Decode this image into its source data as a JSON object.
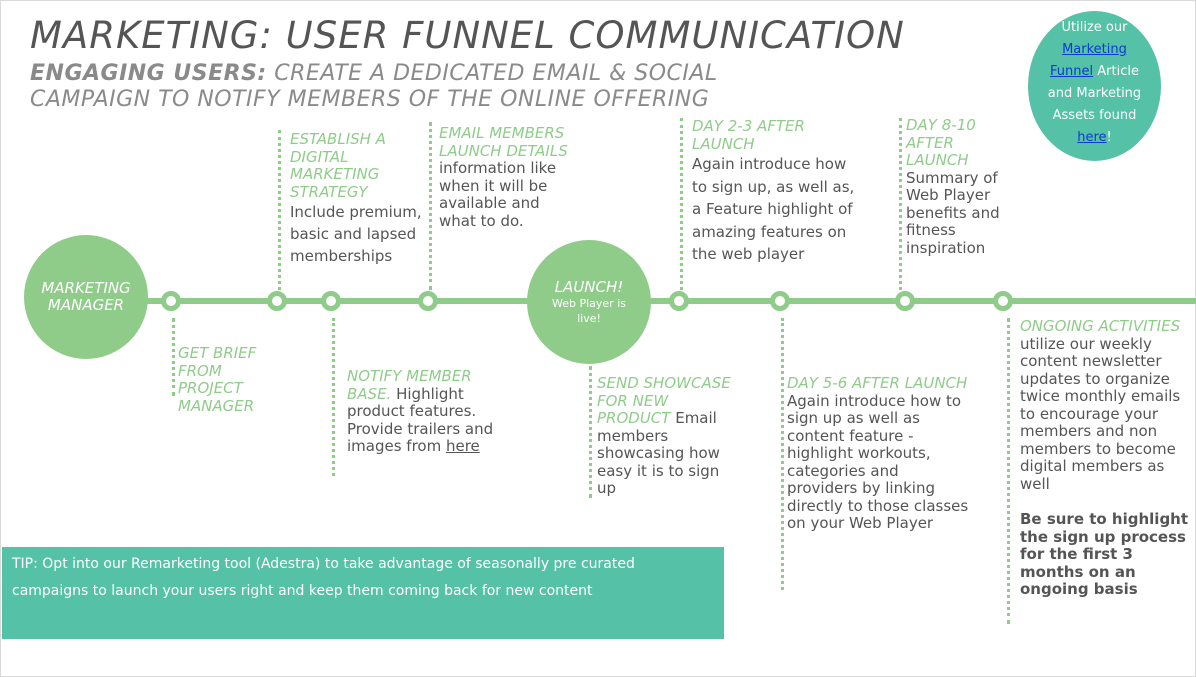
{
  "title": "MARKETING: USER FUNNEL COMMUNICATION",
  "subtitle": {
    "lead": "ENGAGING USERS:",
    "rest": " CREATE A DEDICATED EMAIL & SOCIAL",
    "line2": "CAMPAIGN TO NOTIFY MEMBERS OF THE ONLINE OFFERING"
  },
  "utilize": {
    "t1": "Utilize our",
    "link1a": "Marketing",
    "link1b": "Funnel",
    "t2": " Article",
    "t3": "and Marketing",
    "t4": "Assets found",
    "link2": "here",
    "t5": "!"
  },
  "start_circle": {
    "label": "MARKETING MANAGER"
  },
  "launch_circle": {
    "label": "LAUNCH!",
    "sub": "Web Player is live!"
  },
  "steps": {
    "brief": {
      "heading": "GET BRIEF FROM PROJECT MANAGER"
    },
    "strategy": {
      "heading": "ESTABLISH A DIGITAL MARKETING STRATEGY",
      "body": "Include premium, basic and lapsed memberships"
    },
    "notify": {
      "heading": "NOTIFY MEMBER BASE.",
      "body": " Highlight product features. Provide trailers and images from ",
      "link": "here"
    },
    "email": {
      "heading": "EMAIL MEMBERS LAUNCH DETAILS",
      "body": "information like when it will be available and what to do."
    },
    "showcase": {
      "heading": "SEND SHOWCASE FOR NEW PRODUCT",
      "body": " Email members showcasing how easy it is to sign up"
    },
    "day23": {
      "heading": "DAY 2-3 AFTER LAUNCH",
      "body": "Again introduce how to sign up, as well as, a Feature highlight of amazing features on the web player"
    },
    "day56": {
      "heading": "DAY 5-6 AFTER LAUNCH",
      "body": "Again introduce how to sign up as well as content feature - highlight workouts, categories and providers by linking directly to those classes on your Web Player"
    },
    "day810": {
      "heading": "DAY 8-10 AFTER LAUNCH",
      "body": "Summary of Web Player benefits and fitness inspiration"
    },
    "ongoing": {
      "heading": "ONGOING ACTIVITIES",
      "body": " utilize our weekly content newsletter updates to organize twice monthly emails to encourage your members and non members to become digital members as well",
      "bold": "Be sure to highlight the sign up process for the first 3 months on an ongoing basis"
    }
  },
  "tip": "TIP: Opt into our Remarketing tool (Adestra) to take advantage of seasonally pre curated campaigns to launch your users right and keep them coming back for new content",
  "colors": {
    "green": "#8fcc8a",
    "teal": "#55c1a6",
    "text": "#555555"
  }
}
